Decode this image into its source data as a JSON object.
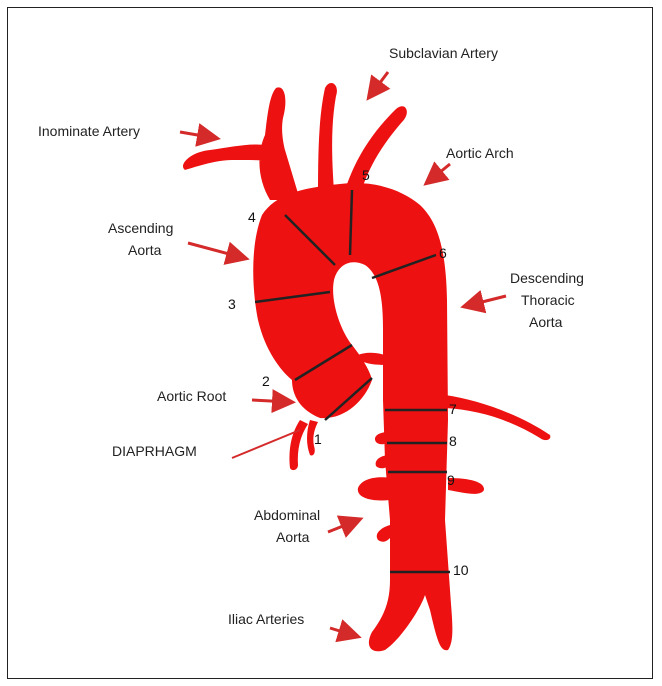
{
  "labels": {
    "subclavian": "Subclavian Artery",
    "inominate": "Inominate Artery",
    "aortic_arch": "Aortic Arch",
    "ascending_1": "Ascending",
    "ascending_2": "Aorta",
    "descending_1": "Descending",
    "descending_2": "Thoracic",
    "descending_3": "Aorta",
    "aortic_root": "Aortic Root",
    "diaphragm": "DIAPRHAGM",
    "abdominal_1": "Abdominal",
    "abdominal_2": "Aorta",
    "iliac": "Iliac Arteries"
  },
  "segments": [
    "1",
    "2",
    "3",
    "4",
    "5",
    "6",
    "7",
    "8",
    "9",
    "10"
  ],
  "colors": {
    "aorta": "#ee1111",
    "arrow": "#d42a2a",
    "segment_line": "#222222"
  }
}
